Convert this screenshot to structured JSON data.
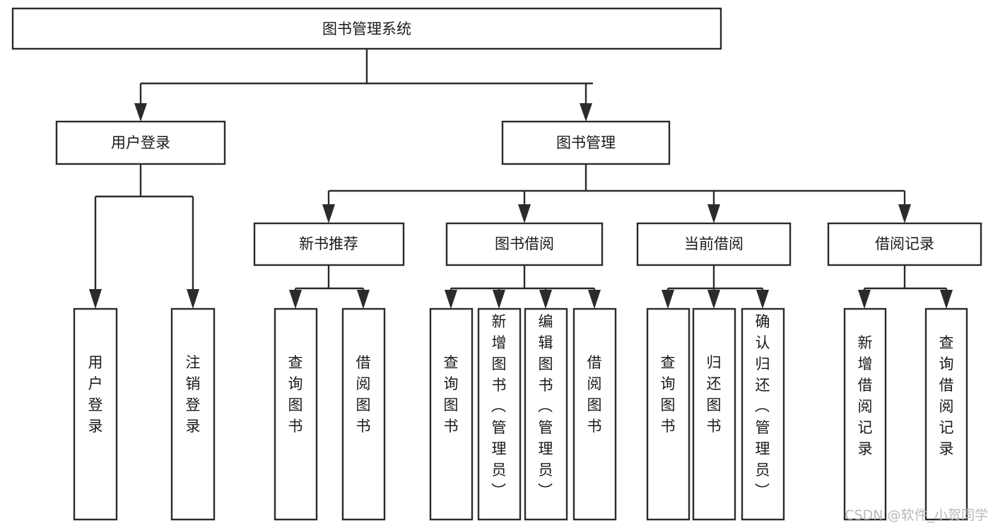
{
  "diagram": {
    "title": "图书管理系统",
    "type": "tree-hierarchy",
    "root": {
      "id": "root",
      "label": "图书管理系统"
    },
    "level2": [
      {
        "id": "user-login",
        "label": "用户登录"
      },
      {
        "id": "book-manage",
        "label": "图书管理"
      }
    ],
    "level3": [
      {
        "id": "new-book-recommend",
        "label": "新书推荐",
        "parent": "book-manage"
      },
      {
        "id": "book-borrow",
        "label": "图书借阅",
        "parent": "book-manage"
      },
      {
        "id": "current-borrow",
        "label": "当前借阅",
        "parent": "book-manage"
      },
      {
        "id": "borrow-record",
        "label": "借阅记录",
        "parent": "book-manage"
      }
    ],
    "leaves": {
      "user-login": [
        {
          "id": "leaf-user-login",
          "label": "用户登录"
        },
        {
          "id": "leaf-logout-login",
          "label": "注销登录"
        }
      ],
      "new-book-recommend": [
        {
          "id": "leaf-query-book-1",
          "label": "查询图书"
        },
        {
          "id": "leaf-borrow-book-1",
          "label": "借阅图书"
        }
      ],
      "book-borrow": [
        {
          "id": "leaf-query-book-2",
          "label": "查询图书"
        },
        {
          "id": "leaf-add-book",
          "label": "新增图书（管理员）"
        },
        {
          "id": "leaf-edit-book",
          "label": "编辑图书（管理员）"
        },
        {
          "id": "leaf-borrow-book-2",
          "label": "借阅图书"
        }
      ],
      "current-borrow": [
        {
          "id": "leaf-query-book-3",
          "label": "查询图书"
        },
        {
          "id": "leaf-return-book",
          "label": "归还图书"
        },
        {
          "id": "leaf-confirm-return",
          "label": "确认归还（管理员）"
        }
      ],
      "borrow-record": [
        {
          "id": "leaf-add-record",
          "label": "新增借阅记录"
        },
        {
          "id": "leaf-query-record",
          "label": "查询借阅记录"
        }
      ]
    }
  },
  "watermark": {
    "text": "CSDN @软件_小贺同学"
  },
  "colors": {
    "stroke": "#2b2b2b",
    "fill": "#ffffff",
    "text": "#1a1a1a",
    "watermark": "#b9b9b9",
    "background": "#ffffff"
  }
}
